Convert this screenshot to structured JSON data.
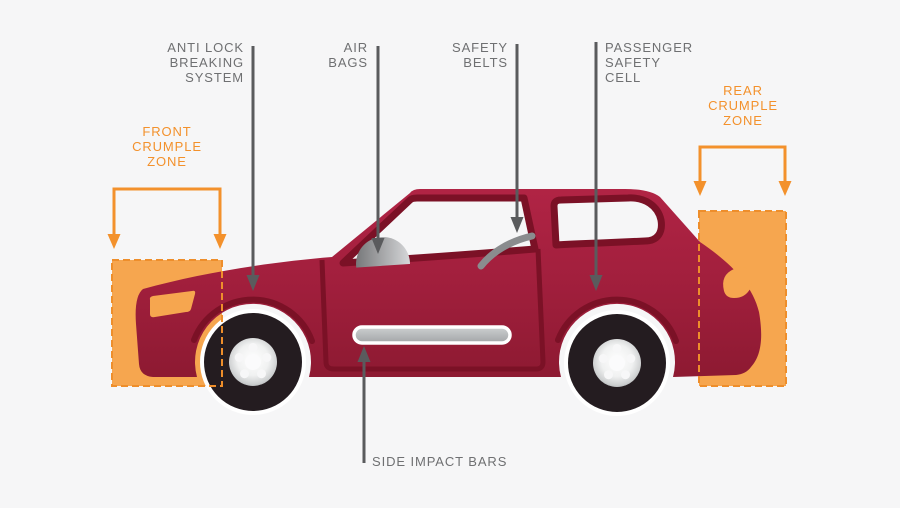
{
  "title": "Car safety features diagram",
  "background_color": "#F6F6F7",
  "colors": {
    "label_gray": "#6F7072",
    "pointer_line_gray": "#5A5B5D",
    "accent_orange": "#F3912C",
    "crumple_zone_fill": "#F6A64F",
    "crumple_zone_dash": "#EE8E2B",
    "car_body_red": "#A21F3D",
    "car_frame_dark_red": "#7B1126",
    "tire_black": "#241C20",
    "bar_silver": "#B5B8BA",
    "airbag_gray": "#9B9C9E"
  },
  "labels": {
    "anti_lock": {
      "lines": [
        "ANTI LOCK",
        "BREAKING",
        "SYSTEM"
      ]
    },
    "air_bags": {
      "lines": [
        "AIR",
        "BAGS"
      ]
    },
    "safety_belts": {
      "lines": [
        "SAFETY",
        "BELTS"
      ]
    },
    "passenger_safety_cell": {
      "lines": [
        "PASSENGER",
        "SAFETY",
        "CELL"
      ]
    },
    "front_crumple_zone": {
      "lines": [
        "FRONT",
        "CRUMPLE",
        "ZONE"
      ]
    },
    "rear_crumple_zone": {
      "lines": [
        "REAR",
        "CRUMPLE",
        "ZONE"
      ]
    },
    "side_impact_bars": {
      "lines": [
        "SIDE IMPACT BARS"
      ]
    }
  }
}
